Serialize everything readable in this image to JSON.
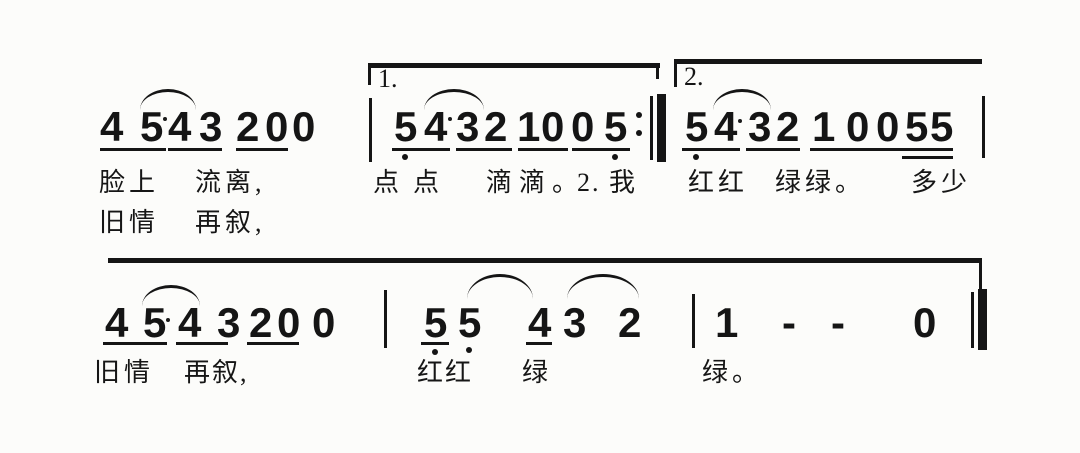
{
  "document": {
    "type": "jianpu numbered musical notation score excerpt (scanned print)",
    "ink_color": "#151515",
    "paper_color": "#fcfcfa",
    "volta_labels": {
      "first": "1.",
      "second": "2."
    }
  },
  "systems": [
    {
      "measures": [
        {
          "notes": [
            "4",
            "5",
            "4",
            "3",
            "2",
            "0",
            "0"
          ],
          "beams": "eighth-note underlines beneath pairs 4-5, 4-3, 2-0",
          "slur": "over 5-4",
          "augmentation_dot_after": "5"
        },
        {
          "volta": "1.",
          "notes": [
            "5",
            "4",
            "3",
            "2",
            "1",
            "0",
            "0",
            "5"
          ],
          "beams": "eighth-note underlines beneath pairs 5-4, 3-2, 1-0, 0-5",
          "low_octave_dots_under": [
            "first 5",
            "last 5"
          ],
          "slur": "over 4-3",
          "augmentation_dot_after": "4",
          "end_barline": "repeat :||"
        },
        {
          "volta": "2.",
          "notes": [
            "5",
            "4",
            "3",
            "2",
            "1",
            "0",
            "0",
            "5",
            "5"
          ],
          "beams": "eighth underlines beneath 5-4, 3-2, 1-0, 0-5-5; extra sixteenth underline beneath final 5-5",
          "low_octave_dots_under": [
            "first 5"
          ],
          "slur": "over 4-3",
          "augmentation_dot_after": "4",
          "end_barline": "single"
        }
      ],
      "lyrics_verse1": [
        "脸上",
        "流离,",
        "点点",
        "滴滴。",
        "2. 我",
        "红红",
        "绿绿。",
        "多少"
      ],
      "lyrics_verse2": [
        "旧情",
        "再叙,"
      ]
    },
    {
      "top_line": "volta-2 continuation line across the system with right end tick",
      "measures": [
        {
          "notes": [
            "4",
            "5",
            "4",
            "3",
            "2",
            "0",
            "0"
          ],
          "beams": "eighth underlines beneath pairs 4-5, 4-3, 2-0",
          "slur": "over 5-4",
          "augmentation_dot_after": "5"
        },
        {
          "notes": [
            "5",
            "5",
            "4",
            "3",
            "2"
          ],
          "beams": "eighth underline beneath first 5 and beneath 4",
          "low_octave_dots_under": [
            "first 5",
            "second 5"
          ],
          "slurs": [
            "over 5-4",
            "over 3-2"
          ]
        },
        {
          "notes": [
            "1",
            "-",
            "-",
            "0"
          ],
          "end_barline": "final thin+thick"
        }
      ],
      "lyrics": [
        "旧情",
        "再叙,",
        "红红",
        "绿",
        "绿。"
      ]
    }
  ]
}
